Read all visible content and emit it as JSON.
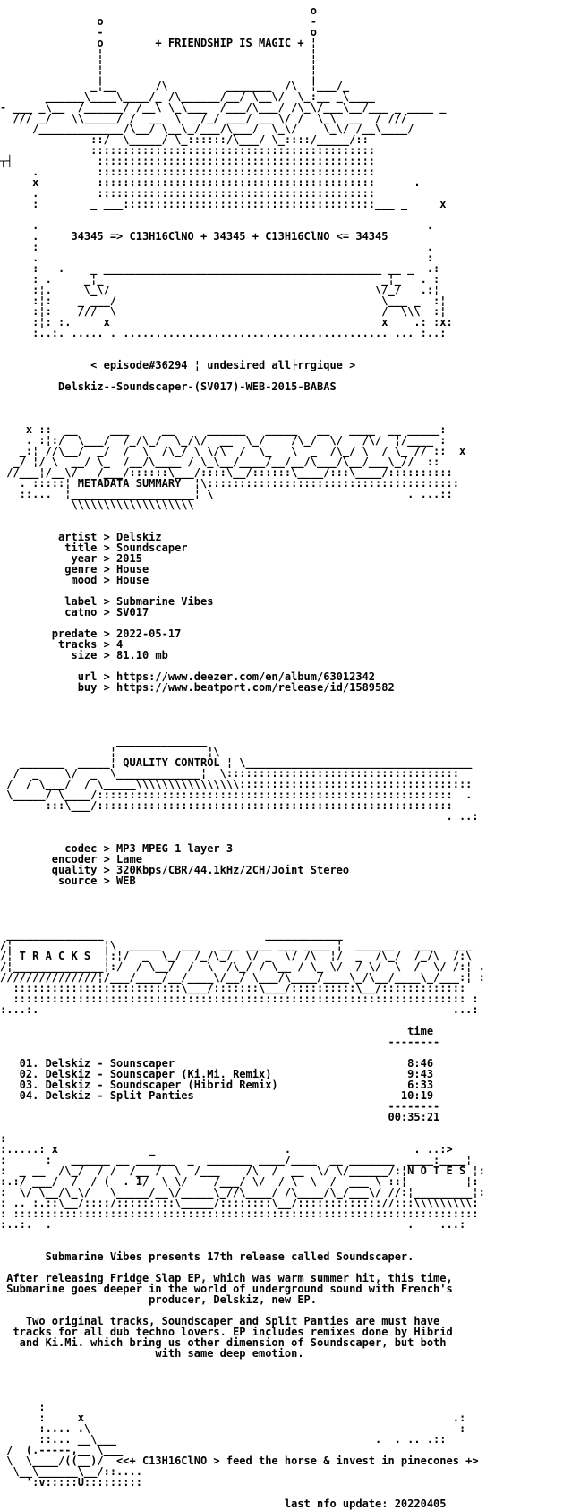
{
  "art": {
    "header": [
      "                                                o",
      "               o                                -",
      "               -                                o",
      "               o        + FRIENDSHIP IS MAGIC + ¦",
      "               ¦                                ¦",
      "               ¦                                ¦",
      "               ¦                                ¦",
      "              _¦__      /\\         _______  /\\  ¦___/_",
      "       ______\\____\\____/_ /\\______/__/ \\__\\/  \\_:__ _\\____",
      "- ___ _\\__  /______/ /__\\ \\_\\___  /___/\\___/ /\\_\\/___\\__/___ _ ____ _",
      "  /// _/   \\\\_____/ /  __  \\   /_/ ___/ __ \\/ /  \\_\\  __  / ///",
      "     /_____________/\\__/ \\__\\_/___/\\___/  \\_\\/    \\_\\/ /__\\____/",
      "              ::/  \\_____/ \\_::::::/\\___/ \\_::::/_____/::",
      "              ::::::::::::::::::::::::::::::::::::::::::::",
      "┬┤             :::::::::::::::::::::::::::::::::::::::::::",
      "     .         :::::::::::::::::::::::::::::::::::::::::::",
      "     x         :::::::::::::::::::::::::::::::::::::::::::      .",
      "     .         :::::::::::::::::::::::::::::::::::::::::::",
      "     :        _ ___:::::::::::::::::::::::::::::::::::::::___ _     x",
      "",
      "     .                                                            .",
      "     .     34345 => C13H16ClNO + 34345 + C13H16ClNO <= 34345",
      "     :                                                            .",
      "     .                                                            :",
      "     :   .    _ ___________________________________________ __ _  .:",
      "     : .     _¦_                                           _¦_   . :",
      "     :¦.     \\_\\/                                         \\/_/   .:¦",
      "     :¦:    _ ___/                                         \\___ _  :¦",
      "     :¦:    ///  \\                                         /  \\\\\\  :¦",
      "     :¦: :.     x                                          x    .: :x:",
      "     :..:. ..... . ......................................... ... :..:",
      "",
      "",
      "              < episode#36294 ¦ undesired all├rrgique >",
      "",
      "         Delskiz--Soundscaper-(SV017)-WEB-2015-BABAS"
    ],
    "metadata_banner": [
      "",
      "",
      "",
      "    x ::  __     ___     __     ______   _____   __   ____  __ _____:",
      "    . :¦:/  \\___/  /_/\\_/  \\_/\\/  __  \\_/    /\\_/  \\/   /\\/  ¦/____ :",
      "   _:¦ //\\__/  _/  /  \\  /\\_/ \\ \\/\\  /  \\_   \\  _  /\\_/ \\  / \\_ // ::  x",
      "  _/ ¦/ \\  __/ \\_  /__/\\____ / \\_\\__/____/__/__/\\___/\\__/___\\_//  ::",
      " //___¦/__\\/   /___/::::::\\___/::::\\__/::::::\\____/:::\\____/::::::::::",
      "   . :::::¦ METADATA SUMMARY  ¦\\:::::::::::::::::::::::::::::::::::::::",
      "   ::...  ¦___________________¦ \\                              . ...::",
      "           \\\\\\\\\\\\\\\\\\\\\\\\\\\\\\\\\\\\\\",
      ""
    ],
    "quality_banner": [
      "",
      "",
      "",
      "                  ______________",
      "                 ¦              ¦\\",
      "   _______  _____¦ QUALITY CONTROL ¦ \\___________________________________",
      "  /  _    \\/  _  \\_____________¦  \\::::::::::::::::::::::::::::::::::::",
      " /  / \\___/  / \\_____\\\\\\\\\\\\\\\\\\\\\\\\\\\\\\\\::::::::::::::::::::::::::::::::::::",
      " \\_____/ \\____/:::::::::::::::::::::::::::::::::::::::::::::::::::::::  .",
      "       :::\\___/:::::::::::::::::::::::::::::::::::::::::::::::::::::::",
      "                                                                     . ..:",
      ""
    ],
    "tracks_banner": [
      "",
      "",
      "",
      " _______________                         ____________",
      "/¦              ¦\\  _____   ___   ___ ____ ___ ____ ¦  ______   ___   ___",
      "/¦ T R A C K S  ¦:¦/  _  \\_/  /_/\\_/  \\/ _  \\/ /\\  ¦/  _  /\\_/  /_/\\  /:\\",
      "/¦______________¦:/  / \\__/  /  \\  /\\_/ / \\__ / \\_ \\/  / \\/  \\  /  \\/ /:¦ .",
      "///////////////¦/___/____/__/____\\/__/ \\___/\\____/____\\_/\\__/____\\_/___:¦ :",
      "  ::::::::::::::::::::::::::\\___/:::::::\\___/::::::::::\\__/:::::::::::::",
      "  :::::::::::::::::::::::::::::::::::::::::::::::::::::::::::::::::::::: :",
      ":...:.                                                                ...:",
      ""
    ],
    "notes_banner": [
      ":",
      ":.....: x              _                    .                   . ..:>",
      ":      :   ______ __ ______  _  _______ ____/____  __ _______  ____:____¦",
      ":  _ __  /\\_/  / /  /__ /  \\  /___    /\\  /  __  \\/ \\/______/:¦N O T E S ¦:",
      ":.:/ ___/  /  / (  . 1/  \\ \\/    /___/ \\/  / \\  \\  /  ___ \\ ::¦         ¦:",
      ":  \\/ \\__/\\_\\/   \\_____/__\\/_____\\_//\\____/ /\\____/\\_/___\\/ //:¦_________¦:",
      ": .. :.::\\__/::::/:::::::::\\_____/::::::::\\__/::::::::::::://:::\\\\\\\\\\\\\\\\\\:",
      ": ::::::::::::::::::::::::::::::::::::::::::::::::::::::::::::::::::::::::",
      ":..:.  .                                                       .    ...:",
      ""
    ],
    "footer_art": [
      "",
      "",
      "",
      "",
      "      :",
      "      :     x                                                         .:",
      "      :.... .\\                                                         :",
      "      ::... __\\___                                        .  . .. .::",
      " /  (.-----,__ \\___",
      " \\  \\____/((__)/  <<+ C13H16ClNO > feed the horse & invest in pinecones +>",
      "  \\__\\______\\__/::....",
      "    ':v:::::U:::::::::"
    ]
  },
  "intro": {
    "episode": "< episode#36294 ¦ undesired all├rrgique >",
    "release": "Delskiz--Soundscaper-(SV017)-WEB-2015-BABAS"
  },
  "metadata": {
    "artist": "Delskiz",
    "title": "Soundscaper",
    "year": "2015",
    "genre": "House",
    "mood": "House",
    "label": "Submarine Vibes",
    "catno": "SV017",
    "predate": "2022-05-17",
    "tracks": "4",
    "size": "81.10 mb",
    "url": "https://www.deezer.com/en/album/63012342",
    "buy": "https://www.beatport.com/release/id/1589582"
  },
  "quality": {
    "codec": "MP3 MPEG 1 layer 3",
    "encoder": "Lame",
    "quality": "320Kbps/CBR/44.1kHz/2CH/Joint Stereo",
    "source": "WEB"
  },
  "tracks": {
    "time_header": "time",
    "time_rule": "--------",
    "items": [
      {
        "title": "01. Delskiz - Sounscaper",
        "time": "8:46"
      },
      {
        "title": "02. Delskiz - Sounscaper (Ki.Mi. Remix)",
        "time": "9:43"
      },
      {
        "title": "03. Delskiz - Soundscaper (Hibrid Remix)",
        "time": "6:33"
      },
      {
        "title": "04. Delskiz - Split Panties",
        "time": "10:19"
      }
    ],
    "total_rule": "--------",
    "total": "00:35:21"
  },
  "notes": {
    "p1": "Submarine Vibes presents 17th release called Soundscaper.",
    "p2": [
      "After releasing Fridge Slap EP, which was warm summer hit, this time,",
      "Submarine goes deeper in the world of underground sound with French's",
      "producer, Delskiz, new EP."
    ],
    "p3": [
      "Two original tracks, Soundscaper and Split Panties are must have",
      "tracks for all dub techno lovers. EP includes remixes done by Hibrid",
      "and Ki.Mi. which bring us other dimension of Soundscaper, but both",
      "with same deep emotion."
    ]
  },
  "footer": {
    "last_update": "last nfo update: 20220405"
  }
}
